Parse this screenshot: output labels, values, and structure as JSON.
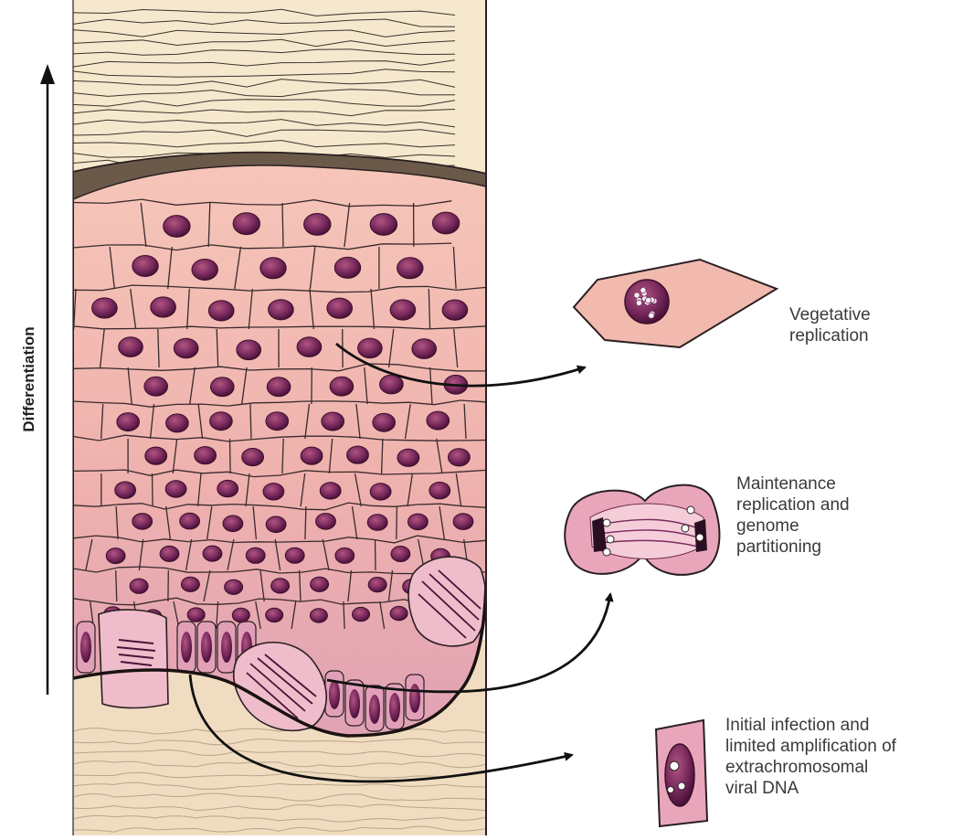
{
  "axis": {
    "label": "Differentiation"
  },
  "labels": {
    "vegetative": [
      "Vegetative",
      "replication"
    ],
    "maintenance": [
      "Maintenance",
      "replication and",
      "genome",
      "partitioning"
    ],
    "initial": [
      "Initial infection and",
      "limited amplification of",
      "extrachromosomal",
      "viral DNA"
    ]
  },
  "colors": {
    "stratum_corneum": "#f5e8cc",
    "granular_band": "#6b5a4a",
    "cell_fill": "#f2b9ae",
    "basal_fill": "#e4a7ba",
    "nucleus": "#7a2a5e",
    "dermis": "#f0dcc0",
    "outline": "#2a1f22"
  }
}
